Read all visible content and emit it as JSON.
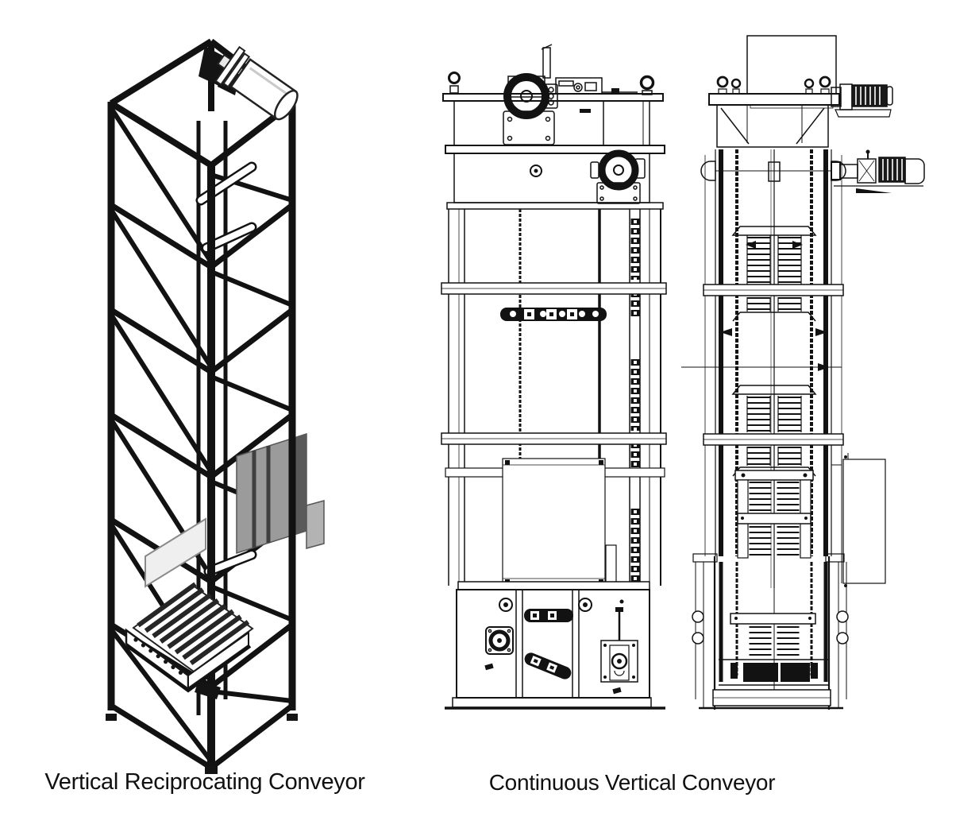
{
  "page": {
    "background_color": "#ffffff"
  },
  "figures": {
    "left": {
      "caption": "Vertical Reciprocating Conveyor",
      "drawing_type": "isometric line drawing",
      "parts": [
        "support-frame-tower",
        "cross-bracing",
        "top-drive-motor",
        "lift-shafts",
        "carriage-guide-rails",
        "roller-deck-carriage",
        "carriage-side-channel",
        "guard-panel",
        "base-frame"
      ]
    },
    "right": {
      "caption": "Continuous Vertical Conveyor",
      "drawing_type": "orthographic line drawing (front and side elevations)",
      "views": [
        {
          "name": "front-elevation",
          "parts": [
            "lifting-lugs",
            "head-drive-motor",
            "secondary-drive-motor",
            "head-section",
            "conveyor-chain",
            "chain-guide-columns",
            "tray-flight",
            "access-door-panel",
            "base-cabinet",
            "chain-takeup-tensioner",
            "bearing-flange"
          ]
        },
        {
          "name": "side-elevation",
          "parts": [
            "top-chute-block",
            "lifting-lugs",
            "head-drive-motor",
            "secondary-drive-motor",
            "slatted-trays",
            "frame-columns",
            "cross-beams",
            "side-access-panel",
            "boot-section",
            "takeup-bearings",
            "base-plate"
          ]
        }
      ]
    }
  },
  "colors": {
    "line": "#121212",
    "paper": "#ffffff",
    "panel_gray": "#9b9b9b"
  }
}
